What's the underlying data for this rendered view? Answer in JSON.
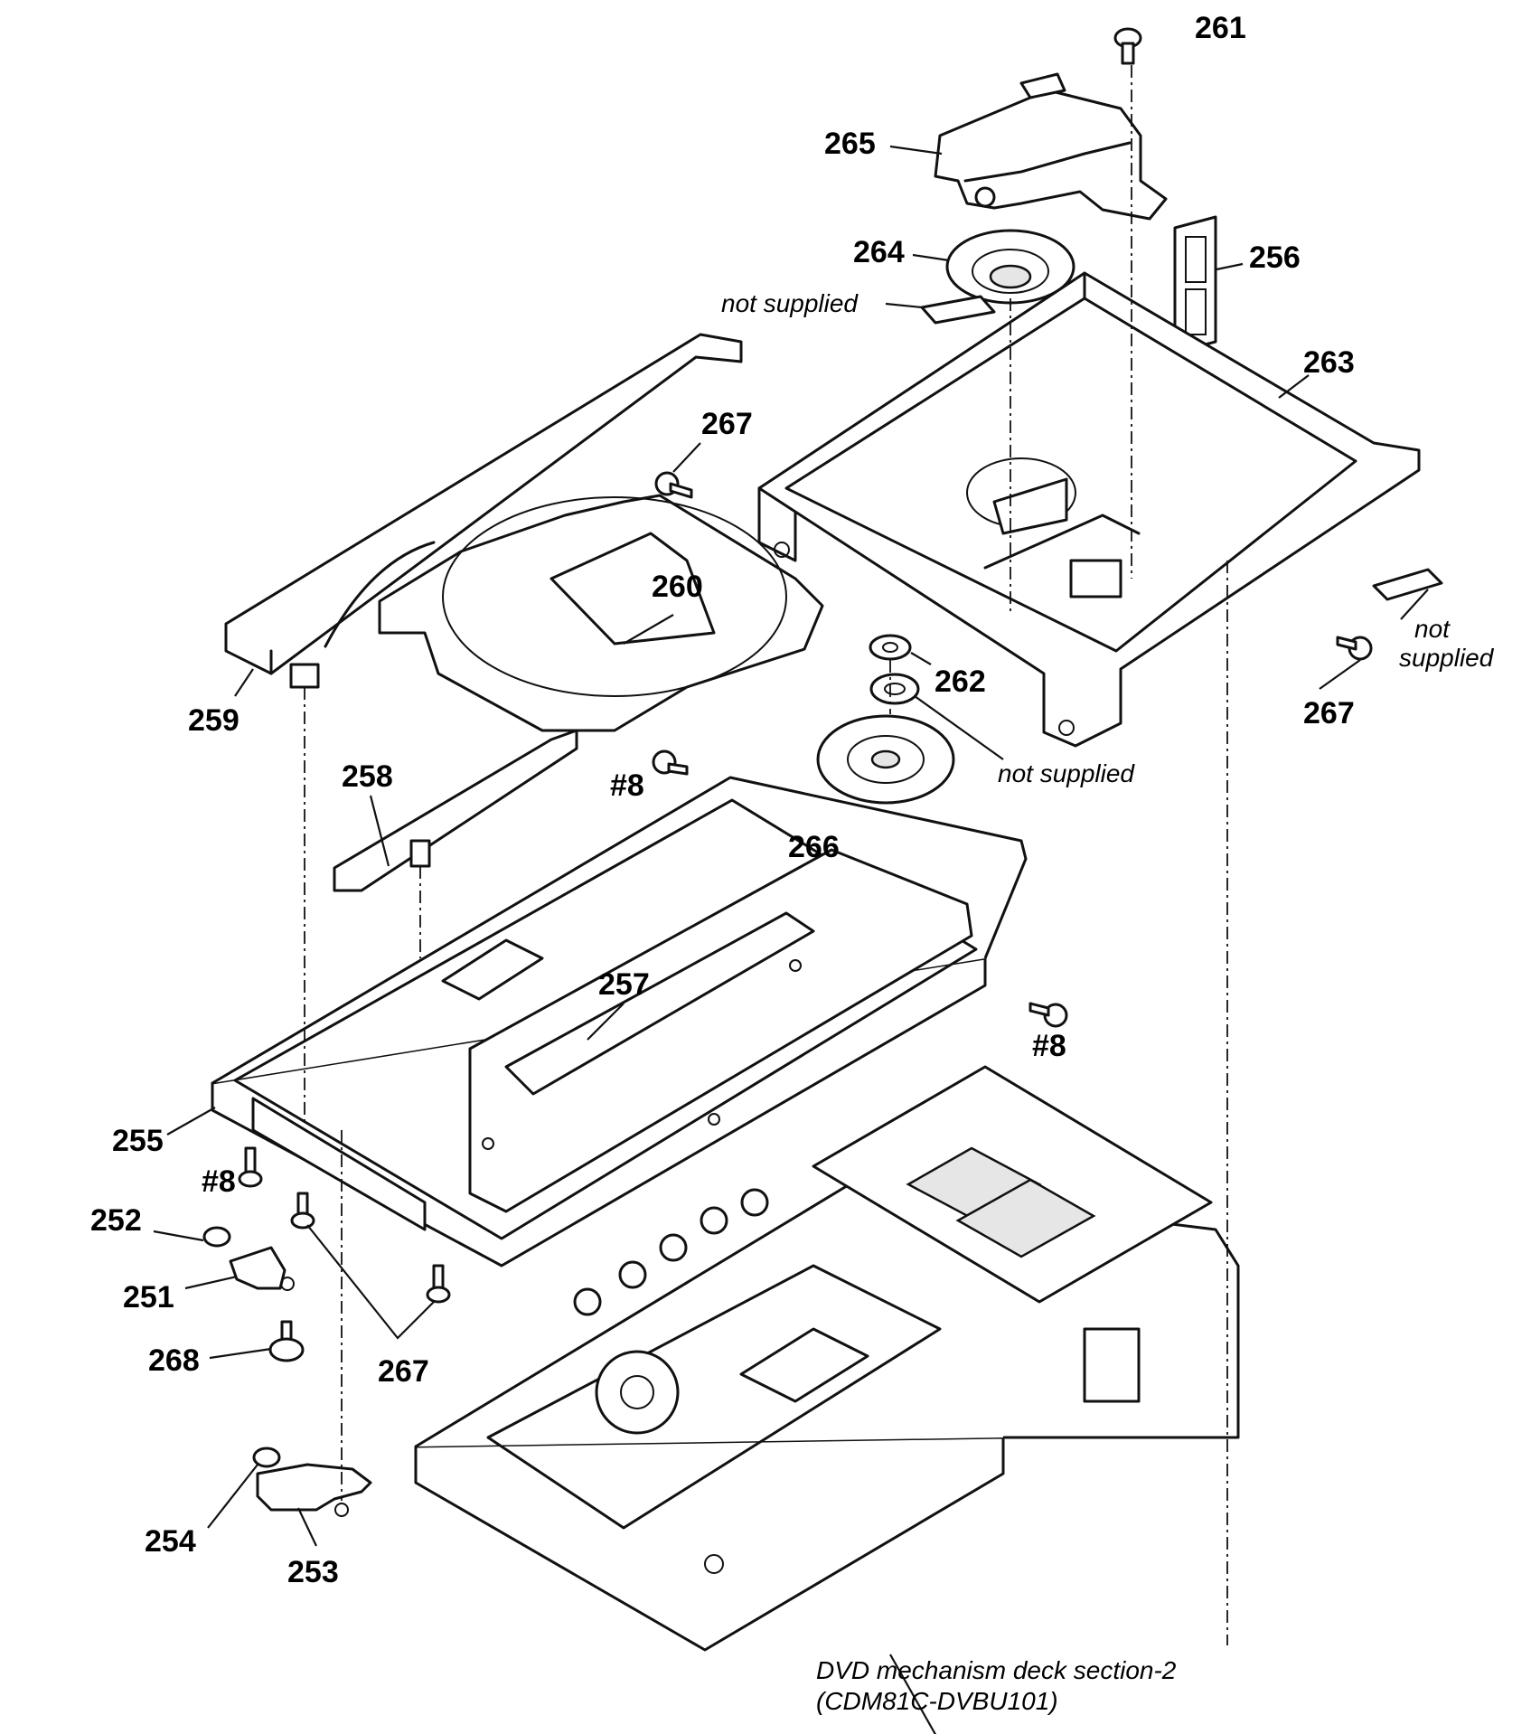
{
  "labels": {
    "p251": "251",
    "p252": "252",
    "p253": "253",
    "p254": "254",
    "p255": "255",
    "p256": "256",
    "p257": "257",
    "p258": "258",
    "p259": "259",
    "p260": "260",
    "p261": "261",
    "p262": "262",
    "p263": "263",
    "p264": "264",
    "p265": "265",
    "p266": "266",
    "p267a": "267",
    "p267b": "267",
    "p267c": "267",
    "p268": "268",
    "s8a": "#8",
    "s8b": "#8",
    "s8c": "#8"
  },
  "notes": {
    "not_supplied_1": "not supplied",
    "not_supplied_2a": "not",
    "not_supplied_2b": "supplied",
    "not_supplied_3": "not supplied",
    "deck_line1": "DVD mechanism deck section-2",
    "deck_line2": "(CDM81C-DVBU101)"
  }
}
